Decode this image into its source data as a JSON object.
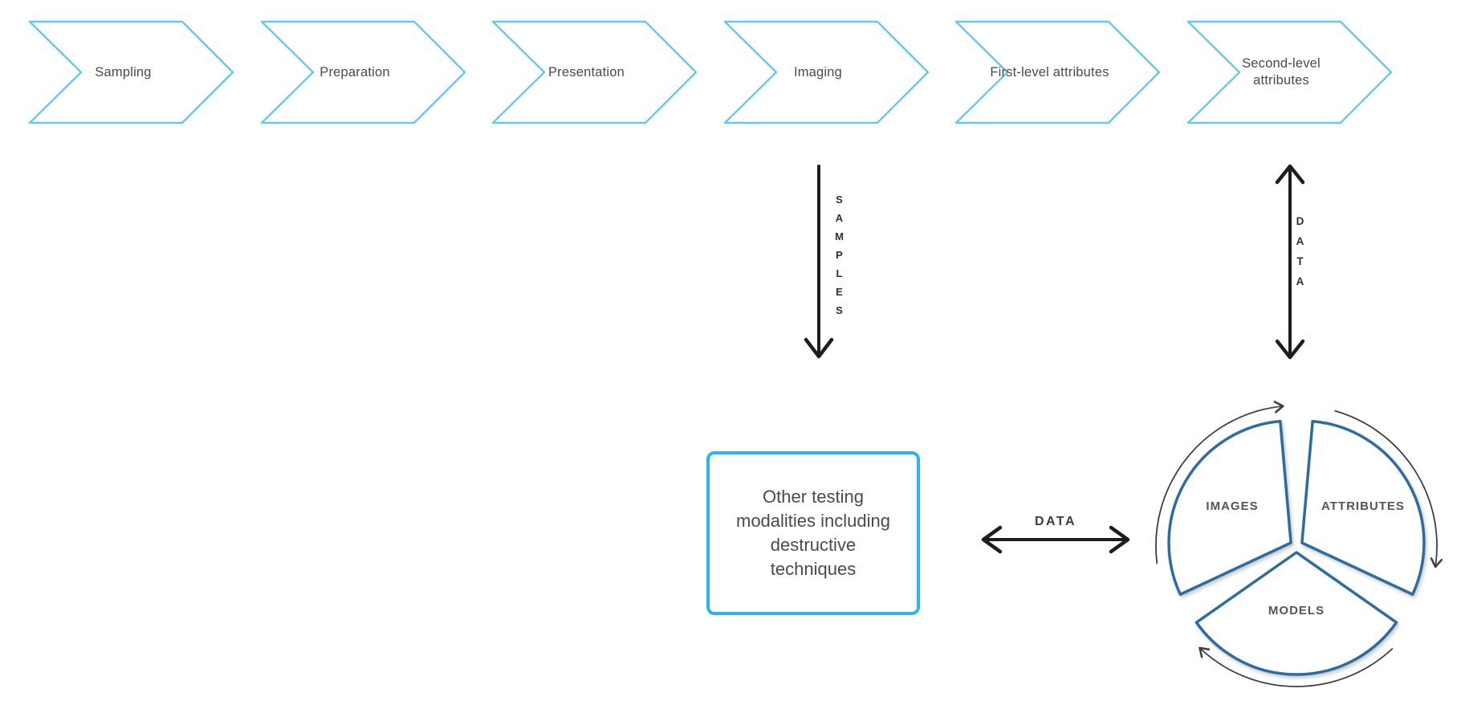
{
  "flow": {
    "steps": [
      {
        "label": "Sampling"
      },
      {
        "label": "Preparation"
      },
      {
        "label": "Presentation"
      },
      {
        "label": "Imaging"
      },
      {
        "label": "First-level attributes"
      },
      {
        "label": "Second-level attributes"
      }
    ]
  },
  "arrows": {
    "samples_label": "SAMPLES",
    "data_vertical_label": "DATA",
    "data_horizontal_label": "DATA"
  },
  "other_testing_box": {
    "text": "Other testing modalities including destructive techniques"
  },
  "cycle": {
    "segments": [
      {
        "label": "IMAGES"
      },
      {
        "label": "ATTRIBUTES"
      },
      {
        "label": "MODELS"
      }
    ]
  },
  "colors": {
    "chevron_border": "#66c7f1",
    "box_border": "#2db4ea",
    "segment_border": "#2d6ca3",
    "arrow_black": "#1d1d1d",
    "cycle_arrow": "#3f3f3f",
    "text_gray": "#4a4a4a"
  }
}
